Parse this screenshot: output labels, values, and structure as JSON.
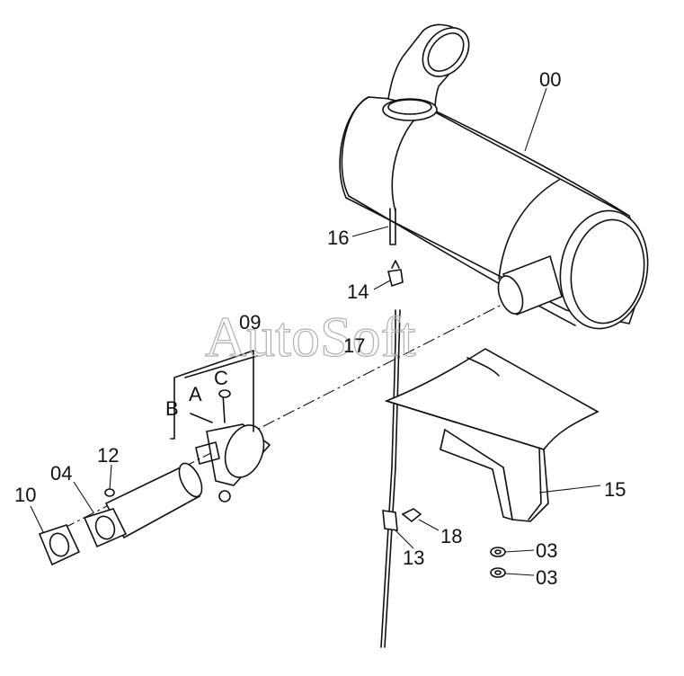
{
  "watermark": "AutoSoft",
  "callouts": {
    "p00": "00",
    "p16": "16",
    "p14": "14",
    "p17": "17",
    "p09": "09",
    "pA": "A",
    "pB": "B",
    "pC": "C",
    "p12": "12",
    "p04": "04",
    "p10": "10",
    "p15": "15",
    "p18": "18",
    "p13": "13",
    "p03a": "03",
    "p03b": "03"
  }
}
